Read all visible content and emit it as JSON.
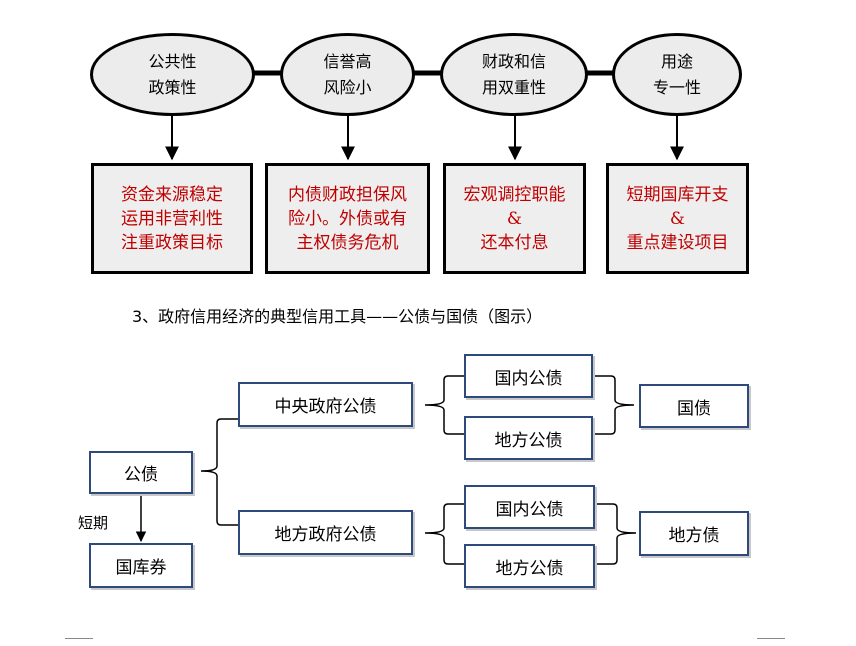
{
  "features": [
    {
      "line1": "公共性",
      "line2": "政策性"
    },
    {
      "line1": "信誉高",
      "line2": "风险小"
    },
    {
      "line1": "财政和信",
      "line2": "用双重性"
    },
    {
      "line1": "用途",
      "line2": "专一性"
    }
  ],
  "descriptions": [
    {
      "line1": "资金来源稳定",
      "line2": "运用非营利性",
      "line3": "注重政策目标"
    },
    {
      "line1": "内债财政担保风",
      "line2": "险小。外债或有",
      "line3": "主权债务危机"
    },
    {
      "line1": "宏观调控职能",
      "line2": "&",
      "line3": "还本付息"
    },
    {
      "line1": "短期国库开支",
      "line2": "&",
      "line3": "重点建设项目"
    }
  ],
  "section_title": "3、政府信用经济的典型信用工具——公债与国债（图示）",
  "tree": {
    "root": "公债",
    "central": "中央政府公债",
    "local": "地方政府公债",
    "central_domestic": "国内公债",
    "central_local": "地方公债",
    "local_domestic": "国内公债",
    "local_local": "地方公债",
    "central_result": "国债",
    "local_result": "地方债",
    "short_term_label": "短期",
    "treasury_bill": "国库券"
  },
  "colors": {
    "feature_text": "#000000",
    "description_text": "#c00000",
    "box_border": "#2e4a7d",
    "ellipse_fill": "#ececec"
  }
}
